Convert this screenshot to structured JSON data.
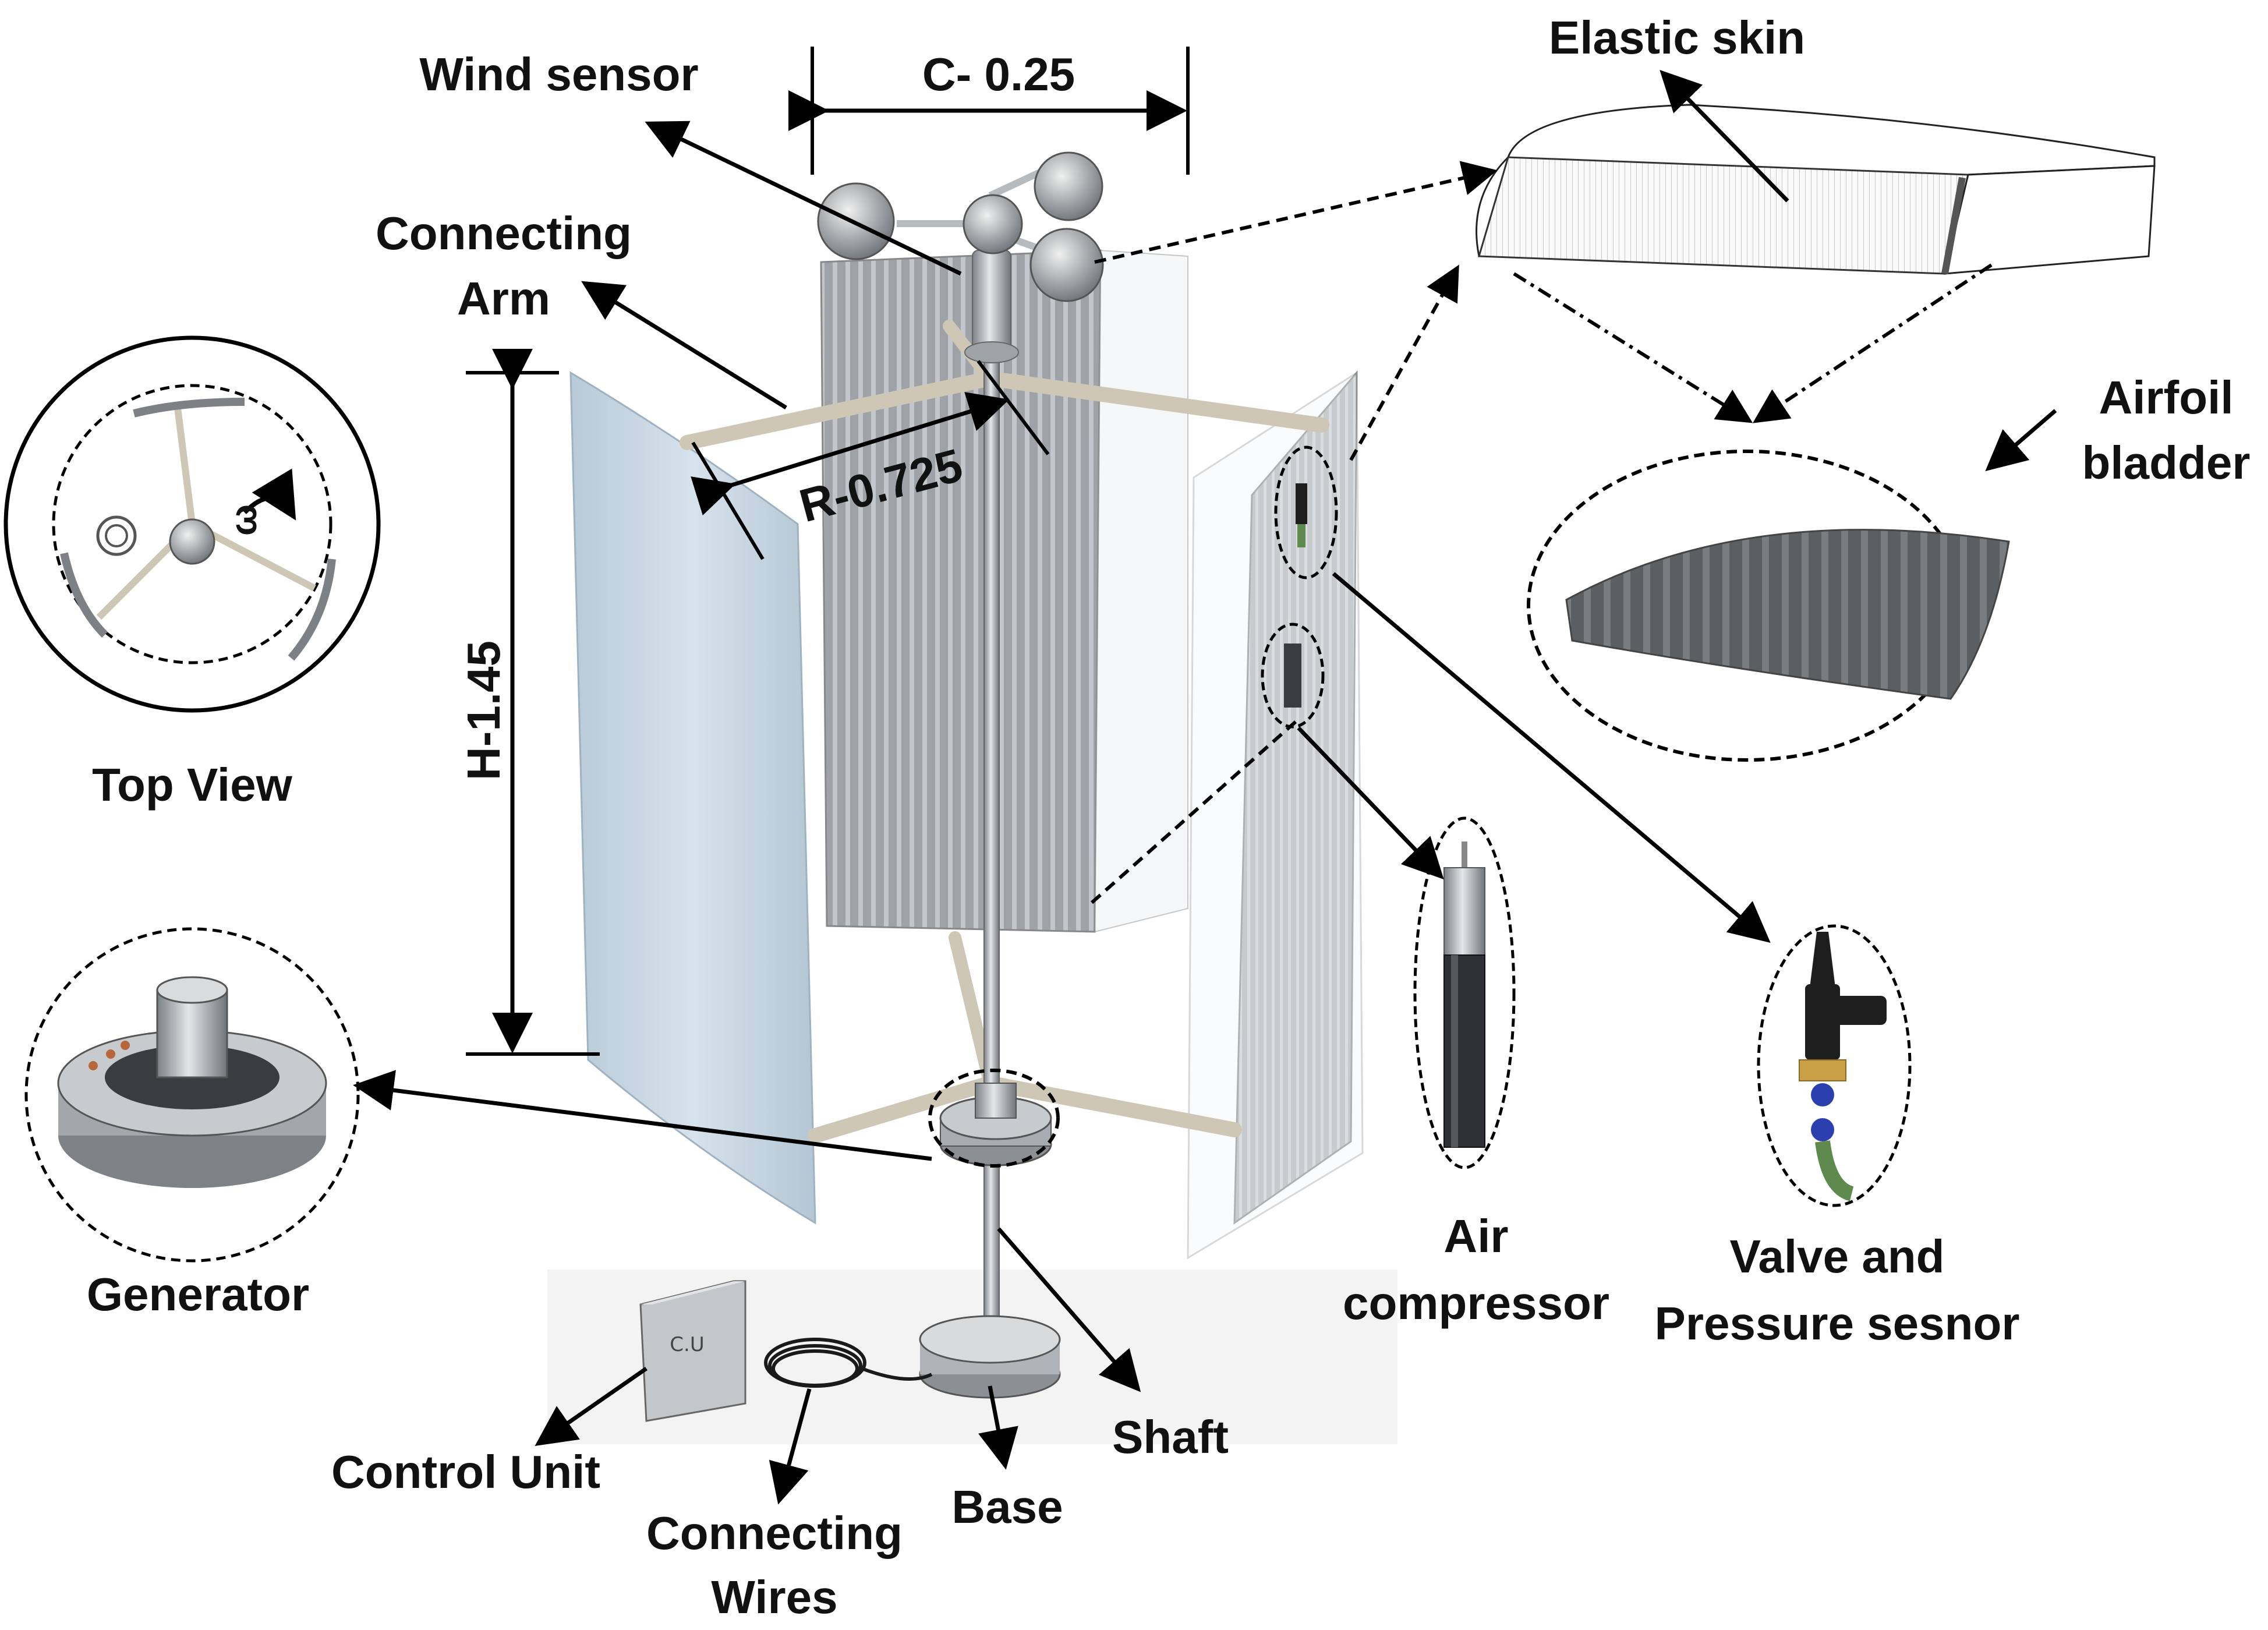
{
  "labels": {
    "wind_sensor": "Wind sensor",
    "chord": "C- 0.25",
    "elastic_skin": "Elastic skin",
    "connecting_arm_1": "Connecting",
    "connecting_arm_2": "Arm",
    "airfoil_bladder_1": "Airfoil",
    "airfoil_bladder_2": "bladder",
    "radius": "R-0.725",
    "omega": "ω",
    "top_view": "Top View",
    "height": "H-1.45",
    "generator": "Generator",
    "air_compressor_1": "Air",
    "air_compressor_2": "compressor",
    "valve_1": "Valve and",
    "valve_2": "Pressure sesnor",
    "control_unit": "Control Unit",
    "cu_box": "C.U",
    "connecting_wires_1": "Connecting",
    "connecting_wires_2": "Wires",
    "base": "Base",
    "shaft": "Shaft"
  },
  "colors": {
    "blade_front": "#c9d8e4",
    "blade_back": "#9a9ea3",
    "metal": "#b8bcc0",
    "metal_dark": "#6e7378",
    "hose_green": "#5e8a4e",
    "valve_black": "#1e1e1e",
    "brass": "#c9a046",
    "blue_ball": "#2c3fae"
  }
}
